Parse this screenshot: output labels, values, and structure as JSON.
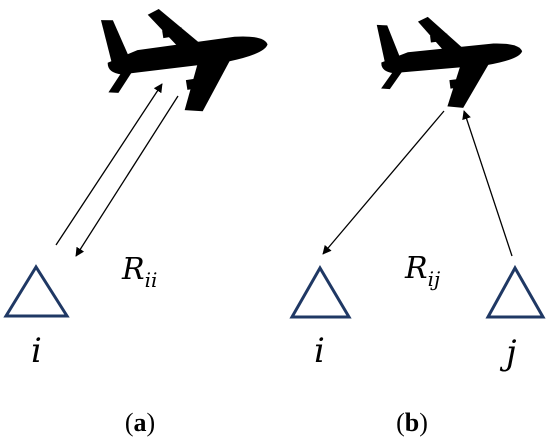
{
  "panel_a": {
    "caption_open": "(",
    "caption_letter": "a",
    "caption_close": ")",
    "range_label_main": "R",
    "range_label_sub": "ii",
    "station_label": "i"
  },
  "panel_b": {
    "caption_open": "(",
    "caption_letter": "b",
    "caption_close": ")",
    "range_label_main": "R",
    "range_label_sub": "ij",
    "receiver_label": "i",
    "transmitter_label": "j"
  },
  "colors": {
    "station_outline": "#1f3864",
    "aircraft_fill": "#000000",
    "arrow": "#000000"
  },
  "icons": {
    "aircraft": "airplane-icon",
    "station": "triangle-icon"
  }
}
